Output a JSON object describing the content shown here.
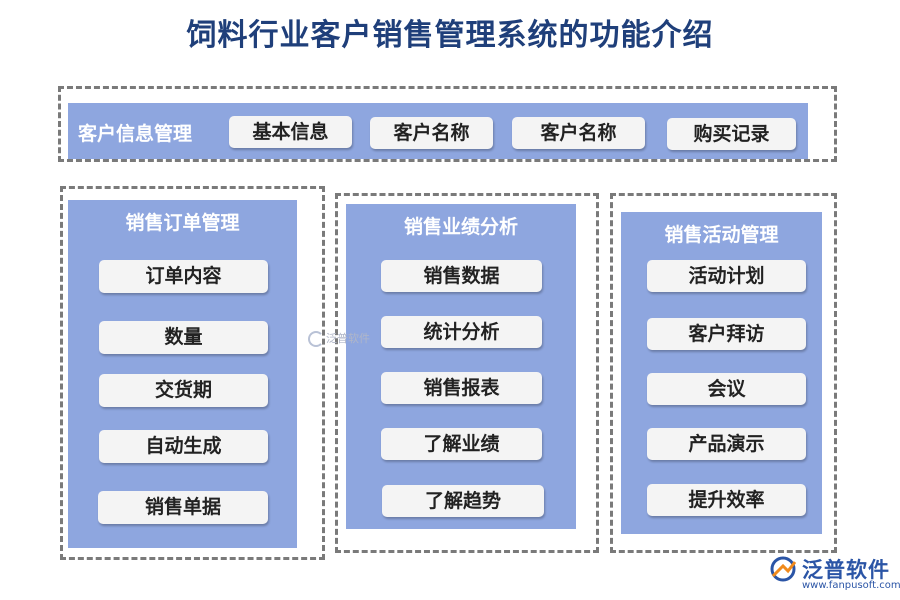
{
  "title": "饲料行业客户销售管理系统的功能介绍",
  "top_section": {
    "label": "客户信息管理",
    "items": [
      "基本信息",
      "客户名称",
      "客户名称",
      "购买记录"
    ]
  },
  "columns": [
    {
      "title": "销售订单管理",
      "items": [
        "订单内容",
        "数量",
        "交货期",
        "自动生成",
        "销售单据"
      ]
    },
    {
      "title": "销售业绩分析",
      "items": [
        "销售数据",
        "统计分析",
        "销售报表",
        "了解业绩",
        "了解趋势"
      ]
    },
    {
      "title": "销售活动管理",
      "items": [
        "活动计划",
        "客户拜访",
        "会议",
        "产品演示",
        "提升效率"
      ]
    }
  ],
  "watermark": "泛普软件",
  "logo": {
    "name": "泛普软件",
    "url": "www.fanpusoft.com"
  },
  "colors": {
    "title": "#1f3f7a",
    "panel": "#8ea6df",
    "pill": "#f4f4f4",
    "dash": "#7a7a7a",
    "logo": "#2b55a6"
  }
}
